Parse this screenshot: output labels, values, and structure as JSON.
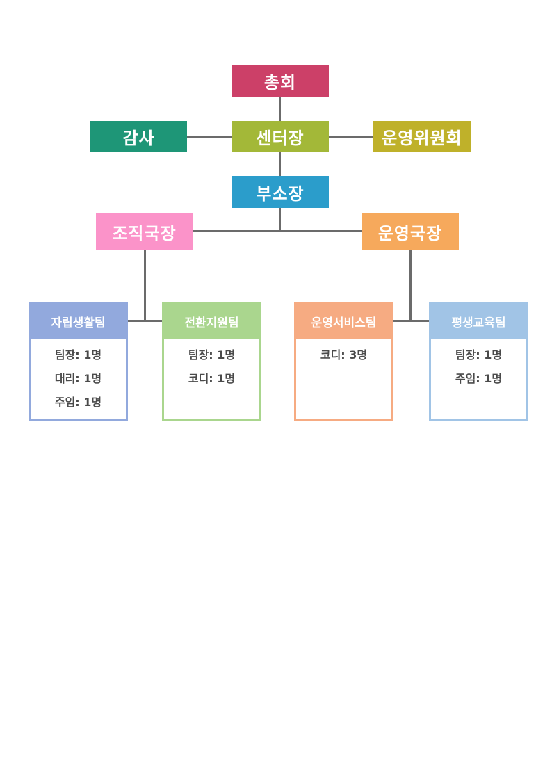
{
  "chart": {
    "general_assembly": "총회",
    "auditor": "감사",
    "director": "센터장",
    "steering_committee": "운영위원회",
    "deputy_director": "부소장",
    "organization_bureau": "조직국장",
    "operations_bureau": "운영국장"
  },
  "teams": [
    {
      "name": "자립생활팀",
      "members": [
        "팀장: 1명",
        "대리: 1명",
        "주임: 1명"
      ]
    },
    {
      "name": "전환지원팀",
      "members": [
        "팀장: 1명",
        "코디: 1명"
      ]
    },
    {
      "name": "운영서비스팀",
      "members": [
        "코디: 3명"
      ]
    },
    {
      "name": "평생교육팀",
      "members": [
        "팀장: 1명",
        "주임: 1명"
      ]
    }
  ],
  "colors": {
    "general_assembly": "#cc4068",
    "auditor": "#1e9677",
    "director": "#a3b838",
    "steering_committee": "#bfb12a",
    "deputy_director": "#2b9dcb",
    "organization_bureau": "#fb93c9",
    "operations_bureau": "#f6a95c",
    "team_independent_living": "#92a9dd",
    "team_transition_support": "#aad68e",
    "team_operation_service": "#f6ab82",
    "team_lifelong_education": "#a1c4e6"
  }
}
